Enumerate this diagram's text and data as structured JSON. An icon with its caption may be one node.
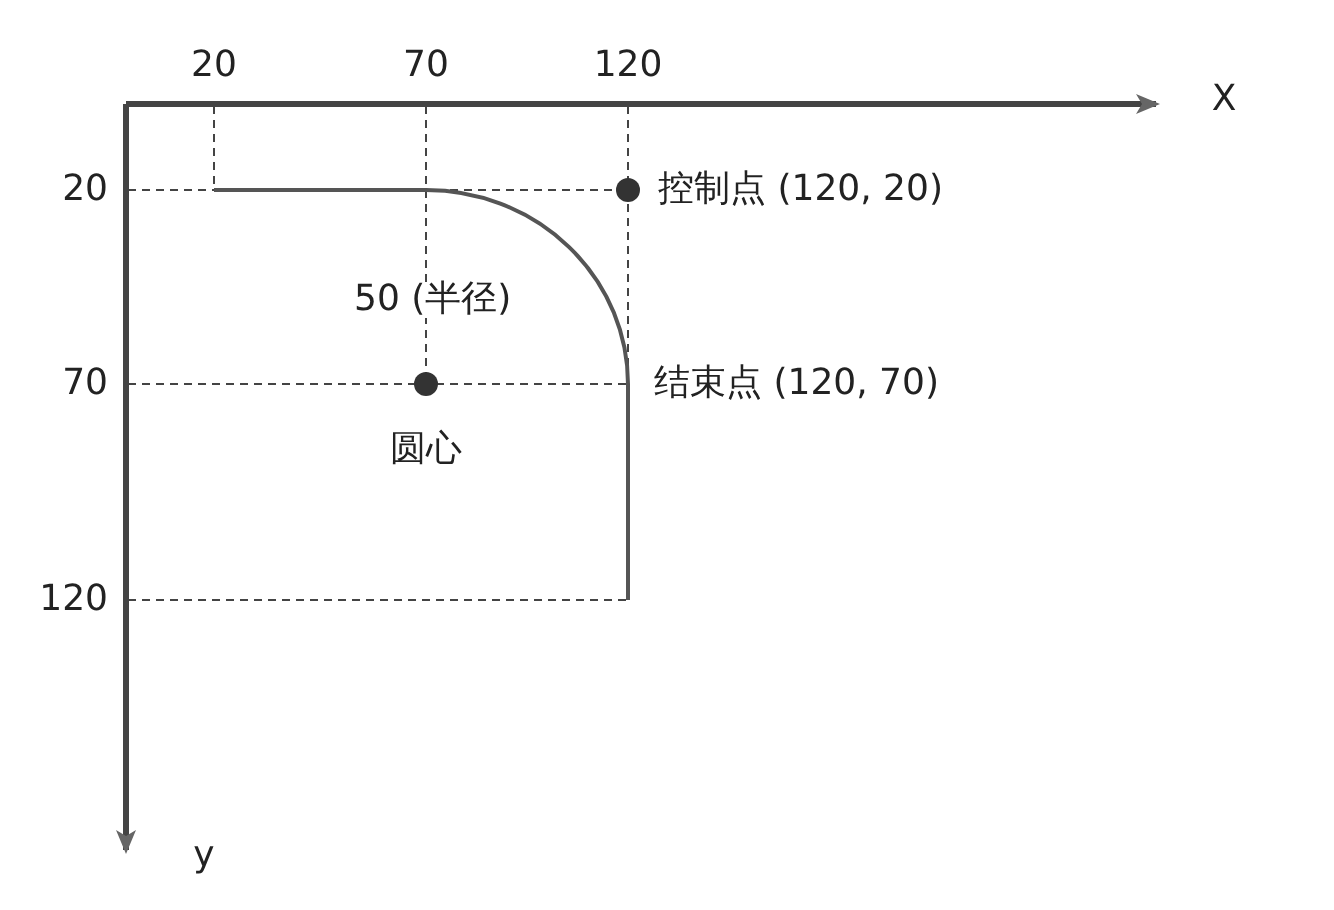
{
  "diagram": {
    "labels": [
      "20",
      "70",
      "120",
      "X",
      "20",
      "控制点 (120, 20)",
      "50 (半径)",
      "70",
      "结束点 (120, 70)",
      "圆心",
      "120",
      "y"
    ]
  }
}
